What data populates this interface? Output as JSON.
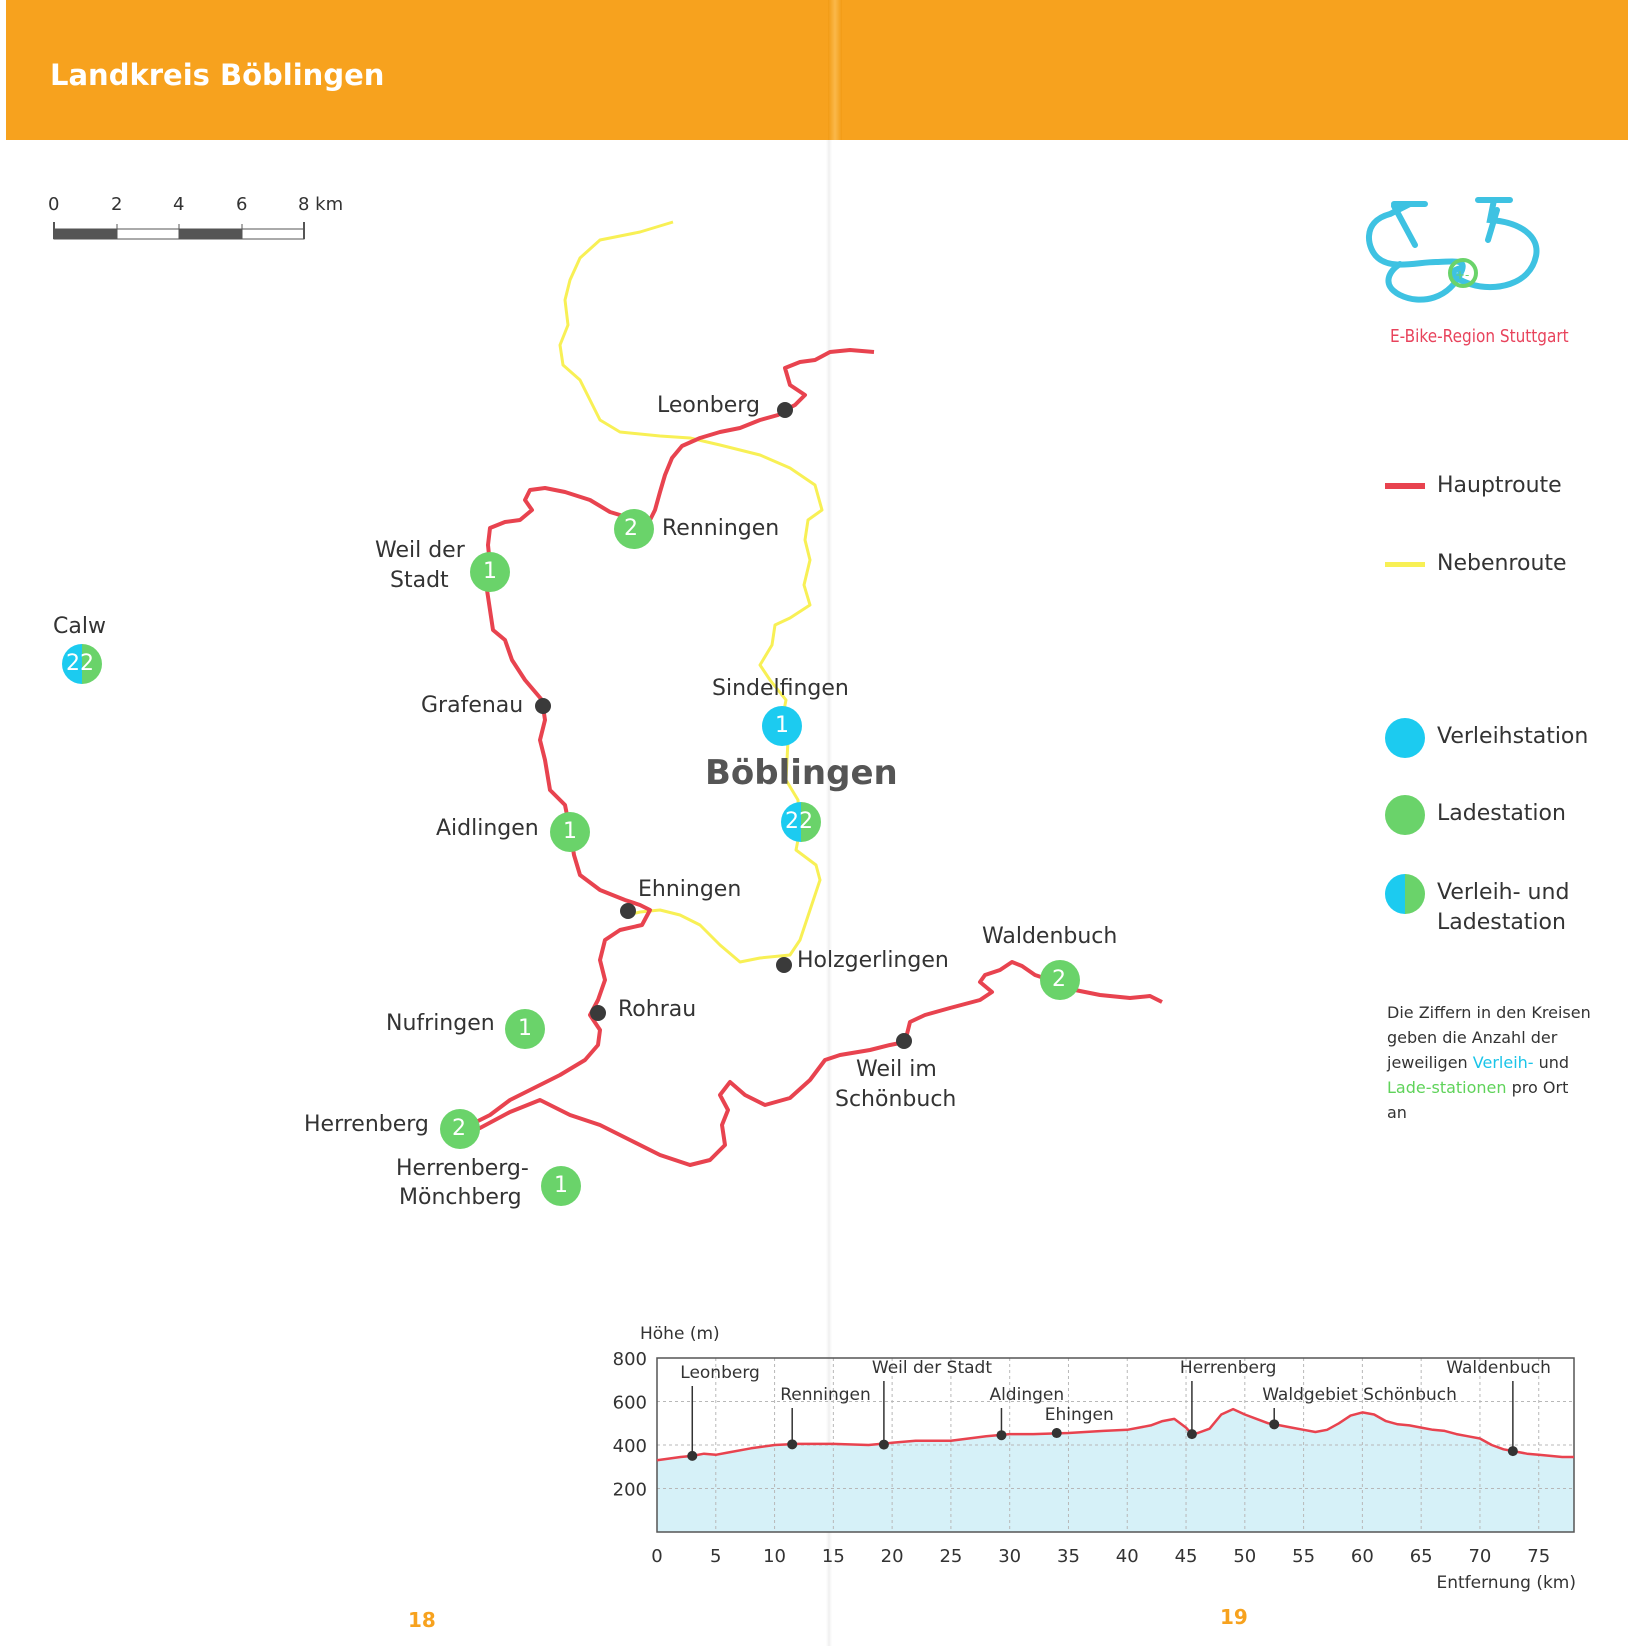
{
  "header": {
    "title": "Landkreis Böblingen",
    "color": "#f7a21e"
  },
  "scale_bar": {
    "ticks": [
      "0",
      "2",
      "4",
      "6",
      "8 km"
    ]
  },
  "logo": {
    "caption": "E-Bike-Region Stuttgart",
    "icon": "e-bike-infinity-icon"
  },
  "legend": {
    "hauptroute": "Hauptroute",
    "nebenroute": "Nebenroute",
    "verleihstation": "Verleihstation",
    "ladestation": "Ladestation",
    "verleih_lade_line1": "Verleih- und",
    "verleih_lade_line2": "Ladestation",
    "colors": {
      "hauptroute": "#e8434f",
      "nebenroute": "#f8f055",
      "verleih": "#1ccbf0",
      "lade": "#6ad36a"
    }
  },
  "note": {
    "part1": "Die Ziffern in den Kreisen geben die Anzahl der jeweiligen ",
    "verleih": "Verleih-",
    "part2": " und ",
    "lade": "Lade-stationen",
    "part3": " pro Ort an"
  },
  "map": {
    "places": {
      "leonberg": "Leonberg",
      "renningen": "Renningen",
      "weil_der_stadt_1": "Weil der",
      "weil_der_stadt_2": "Stadt",
      "calw": "Calw",
      "grafenau": "Grafenau",
      "sindelfingen": "Sindelfingen",
      "boeblingen": "Böblingen",
      "aidlingen": "Aidlingen",
      "ehningen": "Ehningen",
      "holzgerlingen": "Holzgerlingen",
      "waldenbuch": "Waldenbuch",
      "nufringen": "Nufringen",
      "rohrau": "Rohrau",
      "weil_im_schoenbuch_1": "Weil im",
      "weil_im_schoenbuch_2": "Schönbuch",
      "herrenberg": "Herrenberg",
      "herrenberg_moenchberg_1": "Herrenberg-",
      "herrenberg_moenchberg_2": "Mönchberg"
    },
    "stations": [
      {
        "place": "Renningen",
        "type": "lade",
        "count": "2"
      },
      {
        "place": "Weil der Stadt",
        "type": "lade",
        "count": "1"
      },
      {
        "place": "Calw",
        "type": "both",
        "count": "22"
      },
      {
        "place": "Sindelfingen",
        "type": "verleih",
        "count": "1"
      },
      {
        "place": "Böblingen",
        "type": "both",
        "count": "22"
      },
      {
        "place": "Aidlingen",
        "type": "lade",
        "count": "1"
      },
      {
        "place": "Waldenbuch",
        "type": "lade",
        "count": "2"
      },
      {
        "place": "Nufringen",
        "type": "lade",
        "count": "1"
      },
      {
        "place": "Herrenberg",
        "type": "lade",
        "count": "2"
      },
      {
        "place": "Herrenberg-Mönchberg",
        "type": "lade",
        "count": "1"
      }
    ]
  },
  "chart_data": {
    "type": "area",
    "ylabel": "Höhe (m)",
    "xlabel": "Entfernung (km)",
    "ylim": [
      0,
      800
    ],
    "xlim": [
      0,
      78
    ],
    "yticks": [
      "800",
      "600",
      "400",
      "200"
    ],
    "xticks": [
      "0",
      "5",
      "10",
      "15",
      "20",
      "25",
      "30",
      "35",
      "40",
      "45",
      "50",
      "55",
      "60",
      "65",
      "70",
      "75"
    ],
    "grid": true,
    "line_color": "#e8434f",
    "fill_color": "#d6f1f8",
    "x": [
      0,
      2,
      3,
      4,
      5,
      6,
      8,
      10,
      12,
      15,
      18,
      20,
      22,
      25,
      28,
      30,
      32,
      35,
      38,
      40,
      42,
      43,
      44,
      45,
      45.5,
      46,
      47,
      48,
      49,
      50,
      51,
      52,
      53,
      54,
      55,
      56,
      57,
      58,
      59,
      60,
      61,
      62,
      63,
      64,
      65,
      66,
      67,
      68,
      69,
      70,
      71,
      72,
      73,
      74,
      75,
      76,
      77,
      78
    ],
    "y": [
      330,
      345,
      350,
      360,
      355,
      365,
      385,
      400,
      405,
      405,
      400,
      410,
      420,
      420,
      440,
      450,
      450,
      455,
      465,
      470,
      490,
      510,
      520,
      480,
      450,
      455,
      475,
      540,
      565,
      540,
      520,
      500,
      490,
      480,
      470,
      460,
      470,
      500,
      535,
      550,
      540,
      510,
      495,
      490,
      480,
      470,
      465,
      450,
      440,
      430,
      400,
      380,
      370,
      360,
      355,
      350,
      345,
      345
    ],
    "annotations": [
      {
        "label": "Leonberg",
        "x": 3,
        "y": 350
      },
      {
        "label": "Renningen",
        "x": 11.5,
        "y": 403
      },
      {
        "label": "Weil der Stadt",
        "x": 19.3,
        "y": 402
      },
      {
        "label": "Aldingen",
        "x": 29.3,
        "y": 445
      },
      {
        "label": "Ehingen",
        "x": 34,
        "y": 455
      },
      {
        "label": "Herrenberg",
        "x": 45.5,
        "y": 450
      },
      {
        "label": "Waldgebiet Schönbuch",
        "x": 52.5,
        "y": 495
      },
      {
        "label": "Waldenbuch",
        "x": 72.8,
        "y": 372
      }
    ]
  },
  "page_numbers": {
    "left": "18",
    "right": "19"
  }
}
